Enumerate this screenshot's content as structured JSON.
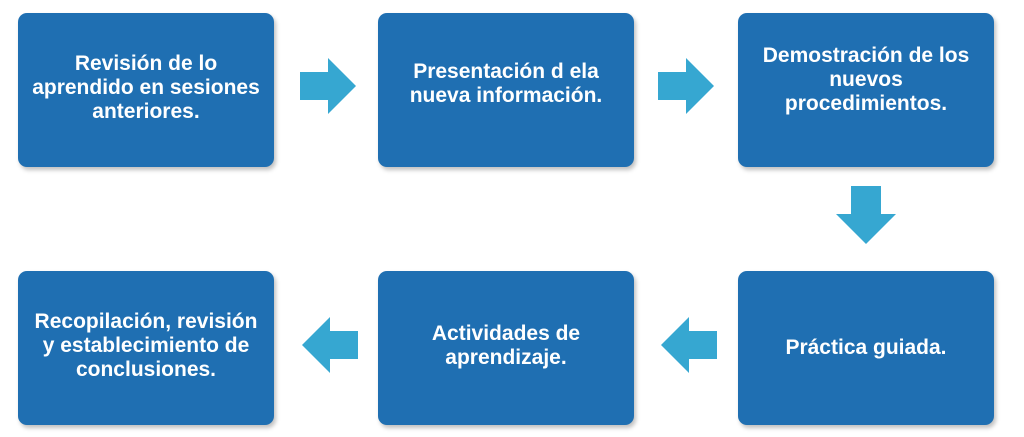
{
  "diagram": {
    "colors": {
      "box_fill": "#1f6fb2",
      "box_text": "#ffffff",
      "arrow_fill": "#36a7d1"
    },
    "steps": [
      {
        "label": "Revisión de lo aprendido en sesiones anteriores."
      },
      {
        "label": "Presentación d ela nueva información."
      },
      {
        "label": "Demostración de los nuevos procedimientos."
      },
      {
        "label": "Práctica guiada."
      },
      {
        "label": "Actividades de aprendizaje."
      },
      {
        "label": "Recopilación, revisión y establecimiento de conclusiones."
      }
    ],
    "arrows": [
      {
        "direction": "right",
        "icon": "arrow-right-icon"
      },
      {
        "direction": "right",
        "icon": "arrow-right-icon"
      },
      {
        "direction": "down",
        "icon": "arrow-down-icon"
      },
      {
        "direction": "left",
        "icon": "arrow-left-icon"
      },
      {
        "direction": "left",
        "icon": "arrow-left-icon"
      }
    ]
  }
}
